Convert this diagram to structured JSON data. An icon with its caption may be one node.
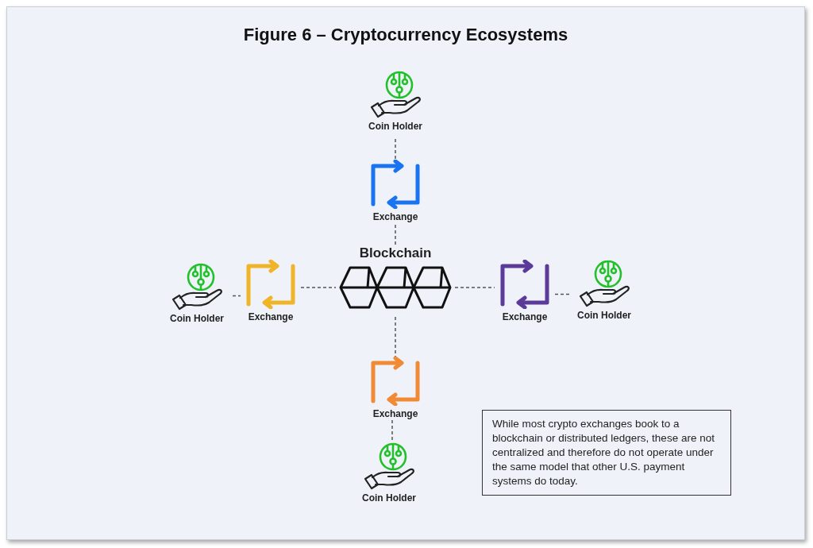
{
  "diagram": {
    "title": "Figure 6 – Cryptocurrency Ecosystems",
    "nodes": [
      {
        "text": [
          "Coin Holder"
        ]
      },
      {
        "text": [
          "Exchange"
        ]
      },
      {
        "text": [
          "Blockchain"
        ]
      },
      {
        "text": [
          "Coin Holder"
        ]
      },
      {
        "text": [
          "Exchange"
        ]
      },
      {
        "text": [
          "Exchange"
        ]
      },
      {
        "text": [
          "Coin Holder"
        ]
      },
      {
        "text": [
          "Exchange"
        ]
      },
      {
        "text": [
          "Coin Holder"
        ]
      },
      {
        "text": [
          "While most crypto exchanges book to a blockchain or distributed ledgers, these are not centralized and therefore do not operate under the same model that other U.S. payment systems do today."
        ]
      }
    ],
    "edges": [
      {
        "from": 0,
        "to": 1,
        "arrow": "none",
        "style": "dashed"
      },
      {
        "from": 1,
        "to": 2,
        "arrow": "none",
        "style": "dashed"
      },
      {
        "from": 3,
        "to": 4,
        "arrow": "none",
        "style": "dashed"
      },
      {
        "from": 4,
        "to": 2,
        "arrow": "none",
        "style": "dashed"
      },
      {
        "from": 2,
        "to": 5,
        "arrow": "none",
        "style": "dashed"
      },
      {
        "from": 5,
        "to": 6,
        "arrow": "none",
        "style": "dashed"
      },
      {
        "from": 2,
        "to": 7,
        "arrow": "none",
        "style": "dashed"
      },
      {
        "from": 7,
        "to": 8,
        "arrow": "none",
        "style": "dashed"
      }
    ]
  }
}
